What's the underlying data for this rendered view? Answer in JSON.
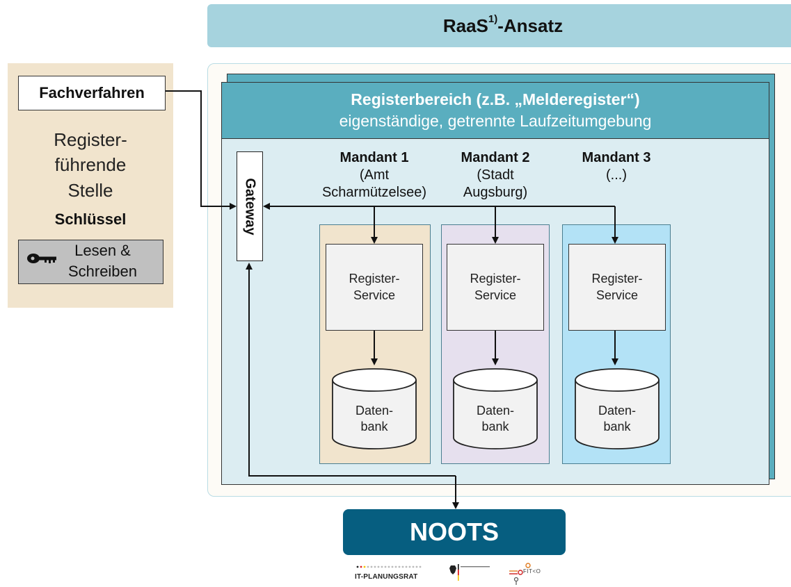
{
  "banner": {
    "title": "RaaS",
    "sup": "1)",
    "title_rest": "-Ansatz"
  },
  "left_panel": {
    "fachverfahren": "Fachverfahren",
    "register_text": "Register-\nführende\nStelle",
    "schluessel": "Schlüssel",
    "lesen": "Lesen &\nSchreiben",
    "key_icon": "key-icon"
  },
  "registry": {
    "title": "Registerbereich (z.B. „Melderegister“)",
    "subtitle": "eigenständige, getrennte Laufzeitumgebung",
    "gateway": "Gateway"
  },
  "tenants": [
    {
      "name": "Mandant 1",
      "sub": "(Amt\nScharmützelsee)",
      "service": "Register-\nService",
      "db": "Daten-\nbank",
      "color": "#f1e4cd"
    },
    {
      "name": "Mandant 2",
      "sub": "(Stadt\nAugsburg)",
      "service": "Register-\nService",
      "db": "Daten-\nbank",
      "color": "#e6e0ee"
    },
    {
      "name": "Mandant 3",
      "sub": "(...)",
      "service": "Register-\nService",
      "db": "Daten-\nbank",
      "color": "#b3e2f6"
    }
  ],
  "noots": "NOOTS",
  "logos": {
    "it_planungsrat": "IT-PLANUNGSRAT",
    "fitko": "FIT<O"
  },
  "colors": {
    "banner": "#a6d3de",
    "header": "#5aaebf",
    "frame": "#dcedf2",
    "noots": "#065e80",
    "left_panel": "#f1e4cd"
  }
}
